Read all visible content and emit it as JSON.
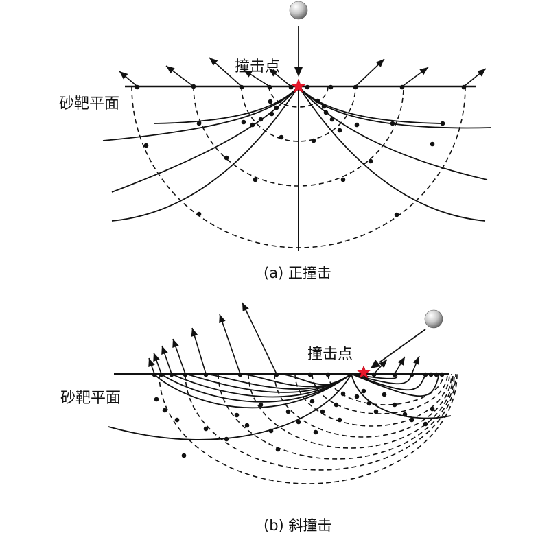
{
  "panel_a": {
    "impact_label": "撞击点",
    "target_label": "砂靶平面",
    "caption": "(a) 正撞击"
  },
  "panel_b": {
    "impact_label": "撞击点",
    "target_label": "砂靶平面",
    "caption": "(b) 斜撞击"
  },
  "colors": {
    "line": "#111111",
    "impact_star": "#e8192c",
    "ball": "#b8b8b8"
  }
}
